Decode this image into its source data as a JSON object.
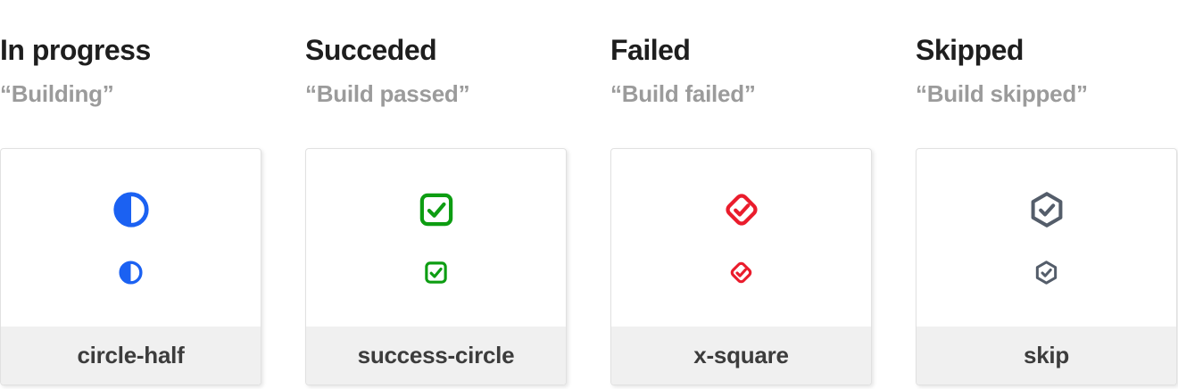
{
  "theme": {
    "page-bg": "#ffffff",
    "title-color": "#1e1e1e",
    "quote-color": "#9b9b9b",
    "card-bg": "#ffffff",
    "card-border": "#e1e1e1",
    "footer-bg": "#f0f0f0",
    "label-color": "#3c3c3c"
  },
  "columns": [
    {
      "key": "in-progress",
      "title": "In progress",
      "quote": "“Building”",
      "icon": "half-circle-icon",
      "label": "circle-half",
      "color": "#1b61f2"
    },
    {
      "key": "succeded",
      "title": "Succeded",
      "quote": "“Build passed”",
      "icon": "check-square-icon",
      "label": "success-circle",
      "color": "#0d9d12"
    },
    {
      "key": "failed",
      "title": "Failed",
      "quote": "“Build failed”",
      "icon": "check-diamond-icon",
      "label": "x-square",
      "color": "#ea1c2c"
    },
    {
      "key": "skipped",
      "title": "Skipped",
      "quote": "“Build skipped”",
      "icon": "check-hexagon-icon",
      "label": "skip",
      "color": "#545d6a"
    }
  ]
}
